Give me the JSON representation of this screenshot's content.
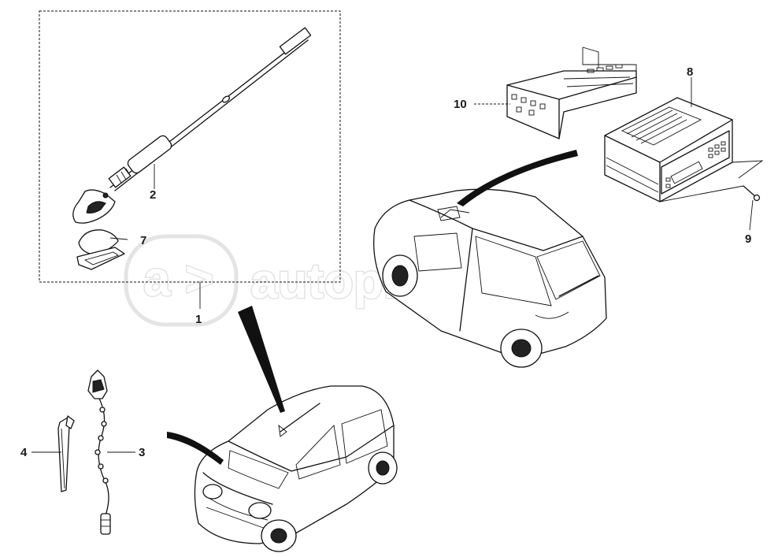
{
  "watermark": {
    "logo_glyph": "a",
    "logo_arrow": ">",
    "text": "autopiter.ru"
  },
  "callouts": [
    {
      "id": "part-1",
      "label": "1"
    },
    {
      "id": "part-2",
      "label": "2"
    },
    {
      "id": "part-3",
      "label": "3"
    },
    {
      "id": "part-4",
      "label": "4"
    },
    {
      "id": "part-7",
      "label": "7"
    },
    {
      "id": "part-8",
      "label": "8"
    },
    {
      "id": "part-9",
      "label": "9"
    },
    {
      "id": "part-10",
      "label": "10"
    }
  ]
}
